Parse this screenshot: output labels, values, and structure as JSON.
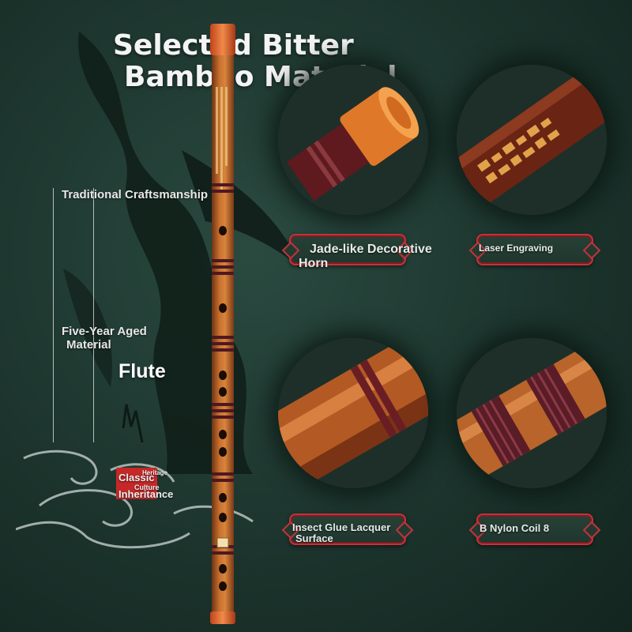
{
  "headline": {
    "line1": "Selected Bitter",
    "line2": "Bamboo Material"
  },
  "features": {
    "craft": "Traditional Craftsmanship",
    "aged_line1": "Five-Year Aged",
    "aged_line2": "Material",
    "product": "Flute"
  },
  "seal": {
    "heritage": "Heritage",
    "classic": "Classic",
    "inheritance": "Inheritance",
    "culture": "Culture"
  },
  "details": [
    {
      "line1": "Jade-like Decorative",
      "line2": "Horn"
    },
    {
      "line1": "Laser Engraving"
    },
    {
      "line1": "Insect Glue Lacquer",
      "line2": "Surface"
    },
    {
      "line1": "B Nylon Coil 8"
    }
  ],
  "colors": {
    "background": "#1c342d",
    "bamboo": "#b8612a",
    "binding": "#5a1e2a",
    "label_border": "#c2333b",
    "seal": "#c62828"
  }
}
